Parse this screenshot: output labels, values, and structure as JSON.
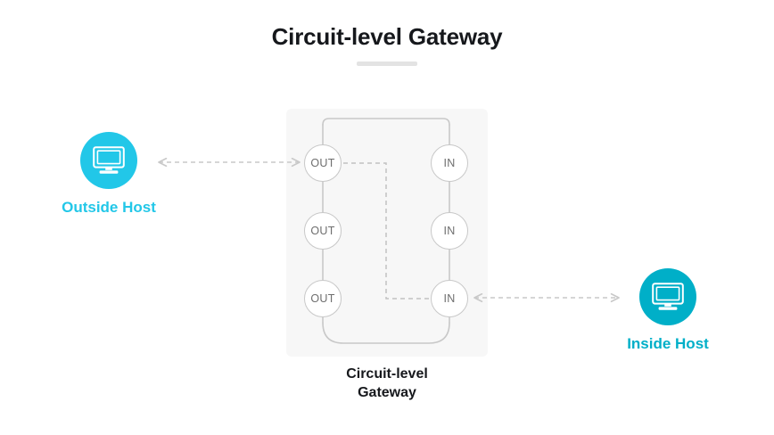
{
  "page": {
    "title": "Circuit-level Gateway",
    "background_color": "#ffffff"
  },
  "colors": {
    "title_text": "#16181c",
    "divider": "#e3e3e3",
    "outside_host_accent": "#22c7e8",
    "inside_host_accent": "#00afc8",
    "gateway_box_fill": "#f7f7f7",
    "connector_line": "#c8c8c8",
    "dashed_arrow": "#c9c9c9",
    "port_text": "#6e6e6e",
    "port_border": "#c8c8c8"
  },
  "hosts": {
    "outside": {
      "label": "Outside Host",
      "icon": "desktop-monitor-icon",
      "accent": "#22c7e8"
    },
    "inside": {
      "label": "Inside Host",
      "icon": "desktop-monitor-icon",
      "accent": "#00afc8"
    }
  },
  "gateway": {
    "caption_line1": "Circuit-level",
    "caption_line2": "Gateway",
    "out_ports": [
      {
        "label": "OUT"
      },
      {
        "label": "OUT"
      },
      {
        "label": "OUT"
      }
    ],
    "in_ports": [
      {
        "label": "IN"
      },
      {
        "label": "IN"
      },
      {
        "label": "IN"
      }
    ]
  },
  "connections": [
    {
      "name": "outside-host-to-gateway",
      "style": "dashed",
      "arrowheads": "both"
    },
    {
      "name": "gateway-to-inside-host",
      "style": "dashed",
      "arrowheads": "both"
    },
    {
      "name": "circuit-out1-to-in3",
      "style": "dashed",
      "arrowheads": "none"
    }
  ]
}
